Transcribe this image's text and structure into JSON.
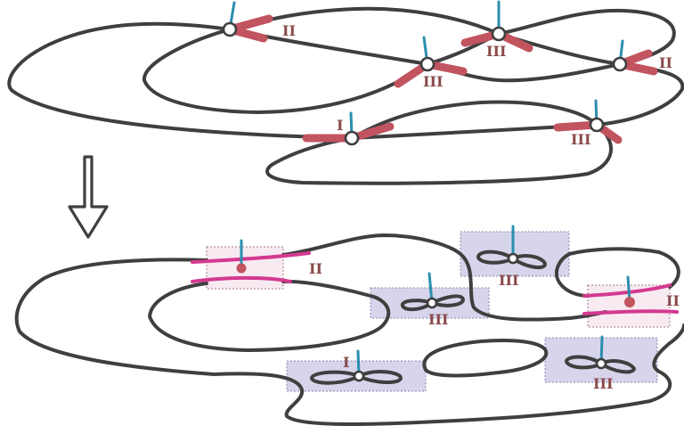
{
  "labels": {
    "top_a": "II",
    "top_b": "III",
    "top_c": "III",
    "top_d": "II",
    "top_e": "I",
    "top_f": "III",
    "bot_a": "II",
    "bot_b": "III",
    "bot_c": "III",
    "bot_d": "II",
    "bot_e": "I",
    "bot_f": "III"
  },
  "colors": {
    "curve": "#3f3f3f",
    "blade": "#c1545f",
    "stem": "#2a8fae",
    "purple_box": "#d6d5eb",
    "pink_box": "#f7eaf1",
    "magenta": "#d4398f"
  },
  "icons": {
    "transition": "down-arrow-icon"
  }
}
